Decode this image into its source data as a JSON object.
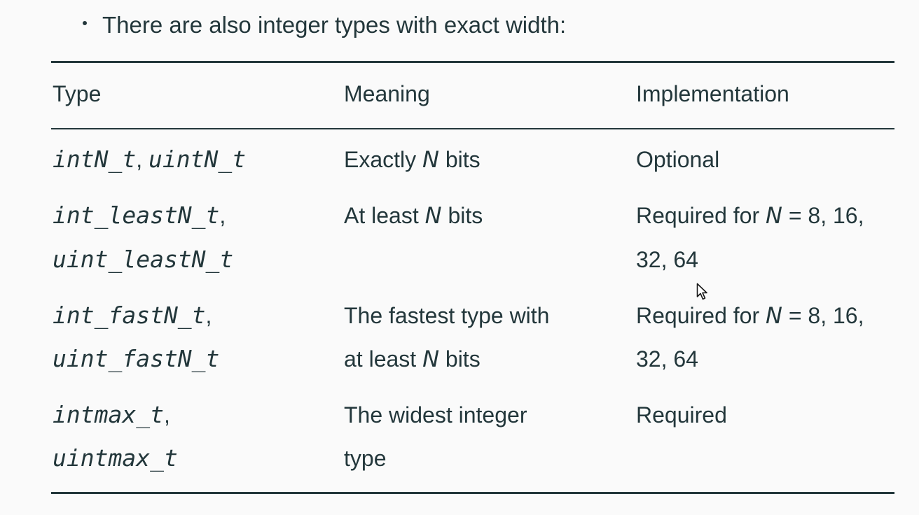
{
  "intro": {
    "text": "There are also integer types with exact width:"
  },
  "table": {
    "headers": [
      "Type",
      "Meaning",
      "Implementation"
    ],
    "rows": [
      {
        "type_lines": [
          [
            "intN_t",
            ","
          ],
          [
            "uintN_t",
            ""
          ]
        ],
        "type_inline": true,
        "meaning": [
          "Exactly ",
          "N",
          " bits"
        ],
        "implementation": "Optional"
      },
      {
        "type_lines": [
          [
            "int_leastN_t",
            ","
          ],
          [
            "uint_leastN_t",
            ""
          ]
        ],
        "meaning": [
          "At least ",
          "N",
          " bits"
        ],
        "implementation": [
          "Required for ",
          "N",
          " = 8, 16,",
          "32, 64"
        ]
      },
      {
        "type_lines": [
          [
            "int_fastN_t",
            ","
          ],
          [
            "uint_fastN_t",
            ""
          ]
        ],
        "meaning_lines": [
          "The fastest type with",
          [
            "at least ",
            "N",
            " bits"
          ]
        ],
        "implementation": [
          "Required for ",
          "N",
          " = 8, 16,",
          "32, 64"
        ]
      },
      {
        "type_lines": [
          [
            "intmax_t",
            ","
          ],
          [
            "uintmax_t",
            ""
          ]
        ],
        "meaning_lines": [
          "The widest integer",
          "type"
        ],
        "implementation": "Required"
      }
    ]
  },
  "cursor": {
    "icon": "mouse-pointer-icon"
  }
}
